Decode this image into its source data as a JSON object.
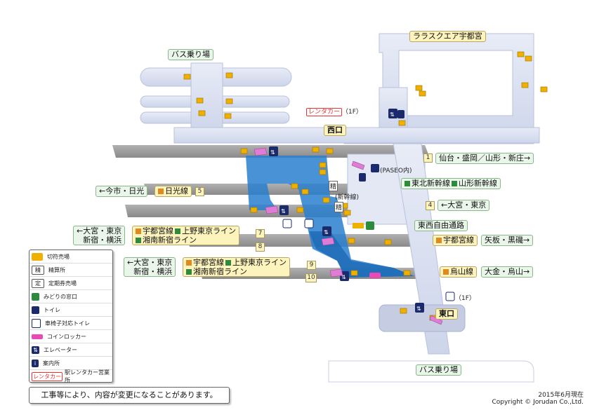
{
  "map": {
    "ticket_machine_color": "#f0b000",
    "concourse_color": "#d8dff0",
    "platform_color": "#9c9c9c",
    "passage_blue": "#2a7fcf"
  },
  "labels": {
    "lalasquare": "ララスクエア宇都宮",
    "bus_top": "バス乗り場",
    "bus_bottom": "バス乗り場",
    "rentacar": "レンタカー",
    "rentacar_floor": "（1F）",
    "west_exit": "西口",
    "east_exit": "東口",
    "paseo": "(PASEO内)",
    "shinkansen": "(新幹線)",
    "seisan": "精",
    "east_west_passage": "東西自由通路",
    "east_floor": "（1F）"
  },
  "tracks": {
    "t1": {
      "num": "1",
      "dest": "仙台・盛岡／山形・新庄→"
    },
    "shinkansen_lines": {
      "line_a": "東北新幹線",
      "line_b": "山形新幹線"
    },
    "t4": {
      "num": "4",
      "dest": "←大宮・東京"
    },
    "nikko": {
      "dest": "←今市・日光",
      "line": "日光線",
      "num": "5"
    },
    "t7": {
      "num": "7",
      "dest_1": "←大宮・東京",
      "dest_2": "新宿・横浜",
      "line_1a": "宇都宮線",
      "line_1b": "上野東京ライン",
      "line_2": "湘南新宿ライン"
    },
    "t8": {
      "num": "8",
      "line": "宇都宮線",
      "dest": "矢板・黒磯→"
    },
    "t9": {
      "num": "9",
      "dest_1": "←大宮・東京",
      "dest_2": "新宿・横浜",
      "line_1a": "宇都宮線",
      "line_1b": "上野東京ライン",
      "line_2": "湘南新宿ライン"
    },
    "t10": {
      "num": "10",
      "line": "烏山線",
      "dest": "大金・烏山→"
    }
  },
  "legend": {
    "items": [
      {
        "icon": "ticket-machine-icon",
        "label": "切符売場"
      },
      {
        "icon": "fare-adjust-icon",
        "label": "精算所",
        "glyph": "精"
      },
      {
        "icon": "commuter-pass-icon",
        "label": "定期券売場",
        "glyph": "定"
      },
      {
        "icon": "midori-window-icon",
        "label": "みどりの窓口"
      },
      {
        "icon": "toilet-icon",
        "label": "トイレ"
      },
      {
        "icon": "accessible-toilet-icon",
        "label": "車椅子対応トイレ"
      },
      {
        "icon": "coin-locker-icon",
        "label": "コインロッカー"
      },
      {
        "icon": "elevator-icon",
        "label": "エレベーター"
      },
      {
        "icon": "info-icon",
        "label": "案内所",
        "glyph": "i"
      },
      {
        "icon": "rentacar-icon",
        "label": "駅レンタカー営業所",
        "glyph": "レンタカー"
      }
    ]
  },
  "notice": "工事等により、内容が変更になることがあります。",
  "credit": {
    "date": "2015年6月現在",
    "copyright": "Copyright © Jorudan Co.,Ltd."
  }
}
